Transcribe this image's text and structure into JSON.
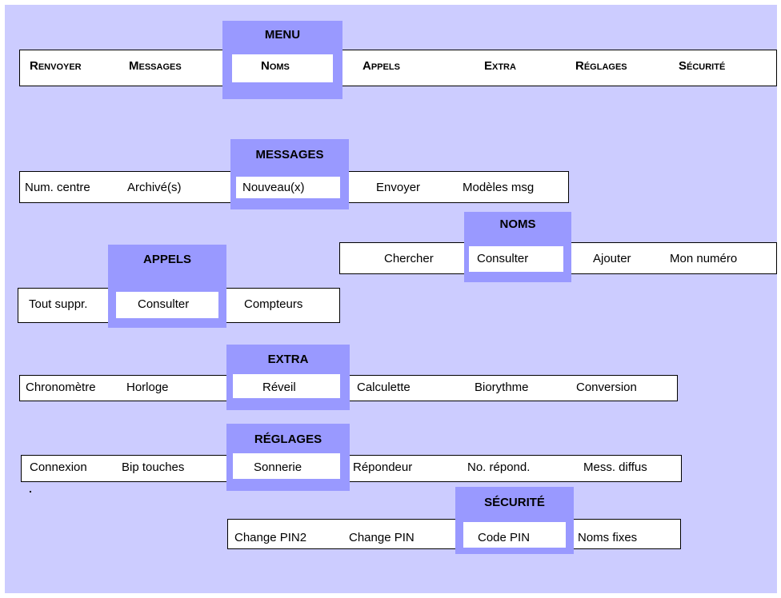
{
  "colors": {
    "background": "#ccccff",
    "tab": "#9999ff",
    "panel": "#ffffff",
    "border": "#000000"
  },
  "menu": {
    "title": "MENU",
    "items": [
      "Renvoyer",
      "Messages",
      "Noms",
      "Appels",
      "Extra",
      "Réglages",
      "Sécurité"
    ],
    "selected": "Noms"
  },
  "messages": {
    "title": "MESSAGES",
    "items": [
      "Num. centre",
      "Archivé(s)",
      "Nouveau(x)",
      "Envoyer",
      "Modèles msg"
    ],
    "selected": "Nouveau(x)"
  },
  "noms": {
    "title": "NOMS",
    "items": [
      "Chercher",
      "Consulter",
      "Ajouter",
      "Mon numéro"
    ],
    "selected": "Consulter"
  },
  "appels": {
    "title": "APPELS",
    "items": [
      "Tout suppr.",
      "Consulter",
      "Compteurs"
    ],
    "selected": "Consulter"
  },
  "extra": {
    "title": "EXTRA",
    "items": [
      "Chronomètre",
      "Horloge",
      "Réveil",
      "Calculette",
      "Biorythme",
      "Conversion"
    ],
    "selected": "Réveil"
  },
  "reglages": {
    "title": "RÉGLAGES",
    "items": [
      "Connexion",
      "Bip touches",
      "Sonnerie",
      "Répondeur",
      "No. répond.",
      "Mess. diffus"
    ],
    "selected": "Sonnerie"
  },
  "securite": {
    "title": "SÉCURITÉ",
    "items": [
      "Change PIN2",
      "Change PIN",
      "Code PIN",
      "Noms fixes"
    ],
    "selected": "Code PIN"
  }
}
